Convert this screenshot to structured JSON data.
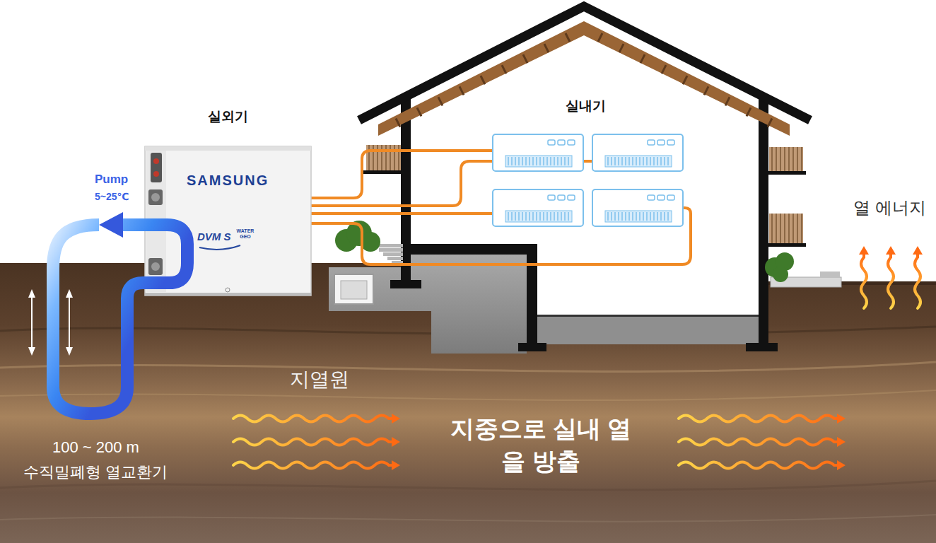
{
  "diagram": {
    "nodes": [
      {
        "text": [
          "실외기",
          "SAMSUNG",
          "DVM S",
          "WATER GEO"
        ]
      }
    ],
    "labels": [
      "Pump",
      "5~25℃",
      "실내기",
      "열 에너지",
      "지열원",
      "지중으로 실내 열을 방출",
      "100 ~ 200 m",
      "수직밀폐형 열교환기"
    ]
  }
}
